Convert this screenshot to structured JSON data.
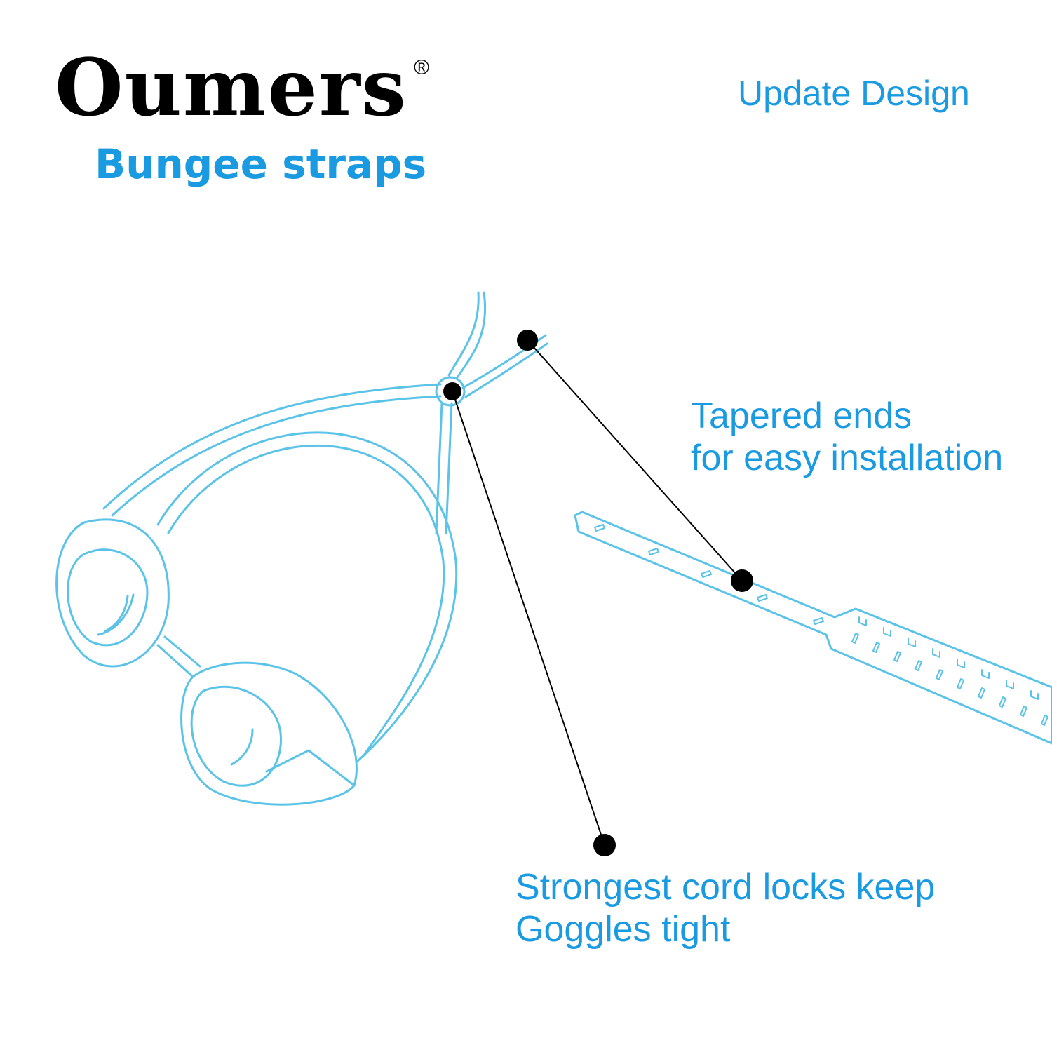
{
  "brand": {
    "name": "Oumers",
    "registered_mark": "®",
    "product": "Bungee straps"
  },
  "header": {
    "update_label": "Update Design"
  },
  "callouts": {
    "tapered": {
      "line1": "Tapered ends",
      "line2": "for easy installation"
    },
    "cord_lock": {
      "line1": "Strongest cord locks keep",
      "line2": "Goggles tight"
    }
  },
  "colors": {
    "accent": "#1a9ae0",
    "line_art": "#5bc3e8",
    "marker": "#000000"
  },
  "icons": {
    "illustration": "swim-goggles-with-bungee-strap",
    "strap_end": "tapered-strap-end",
    "markers": "callout-dots"
  }
}
